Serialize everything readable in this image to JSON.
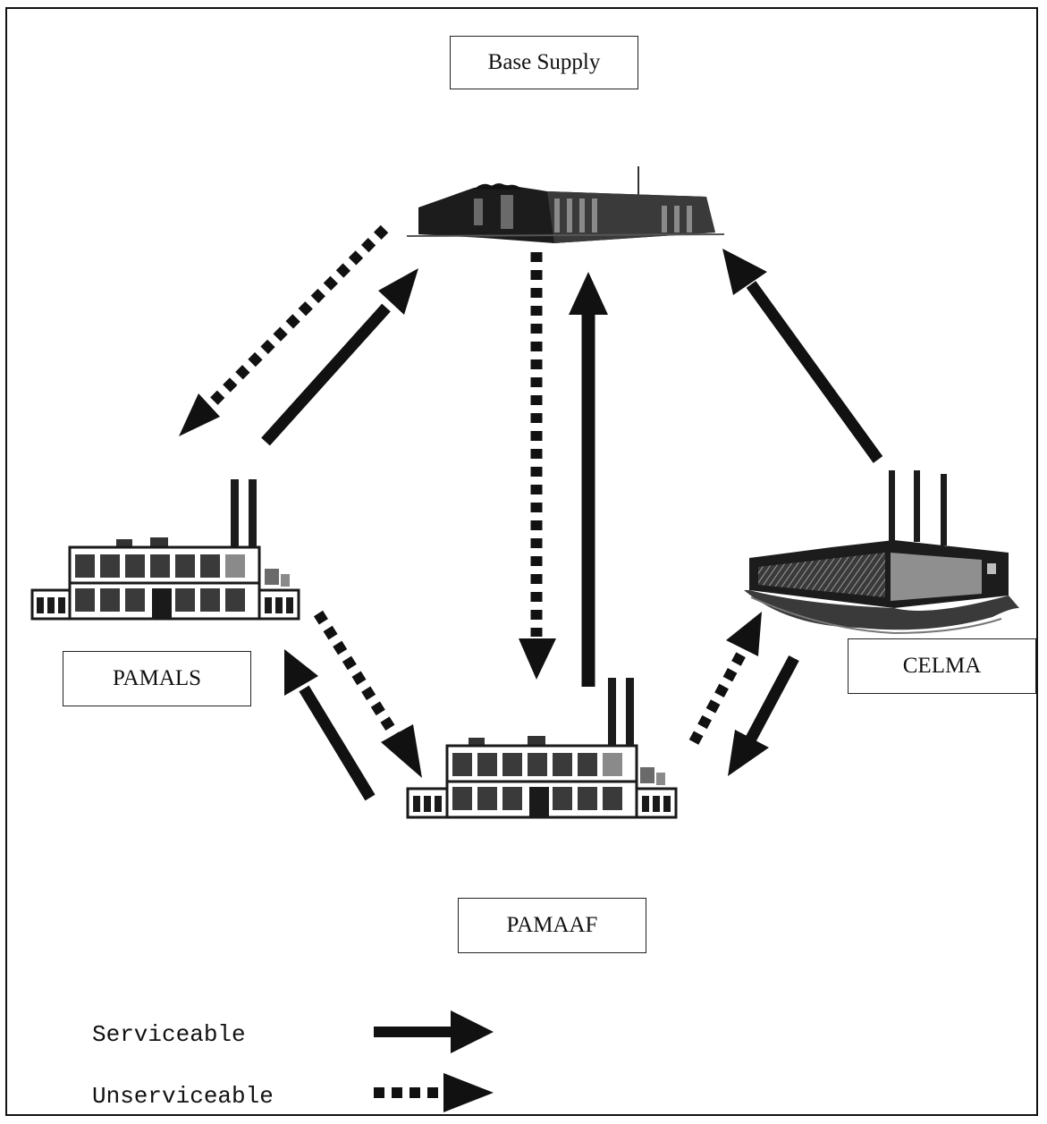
{
  "nodes": {
    "base_supply": "Base Supply",
    "pamals": "PAMALS",
    "celma": "CELMA",
    "pamaaf": "PAMAAF"
  },
  "legend": {
    "serviceable": "Serviceable",
    "unserviceable": "Unserviceable"
  },
  "colors": {
    "ink": "#111111",
    "building_dark": "#2a2a2a",
    "building_mid": "#6a6a6a",
    "building_light": "#bdbdbd"
  },
  "flows": [
    {
      "from": "Base Supply",
      "to": "PAMALS",
      "type": "unserviceable"
    },
    {
      "from": "PAMALS",
      "to": "Base Supply",
      "type": "serviceable"
    },
    {
      "from": "Base Supply",
      "to": "PAMAAF",
      "type": "unserviceable"
    },
    {
      "from": "PAMAAF",
      "to": "Base Supply",
      "type": "serviceable"
    },
    {
      "from": "CELMA",
      "to": "Base Supply",
      "type": "serviceable"
    },
    {
      "from": "PAMALS",
      "to": "PAMAAF",
      "type": "unserviceable"
    },
    {
      "from": "PAMAAF",
      "to": "PAMALS",
      "type": "serviceable"
    },
    {
      "from": "PAMAAF",
      "to": "CELMA",
      "type": "unserviceable"
    },
    {
      "from": "CELMA",
      "to": "PAMAAF",
      "type": "serviceable"
    }
  ]
}
